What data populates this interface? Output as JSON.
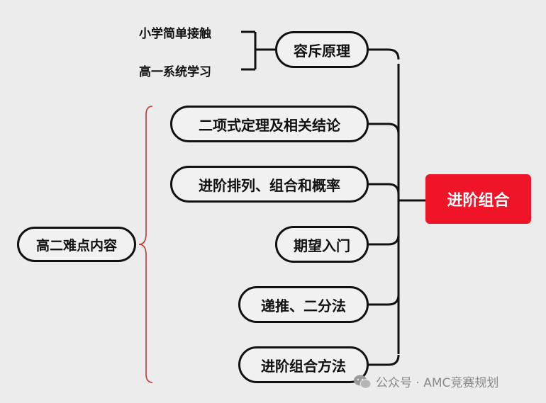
{
  "root": {
    "label": "进阶组合"
  },
  "branches": [
    {
      "id": "inclusion-exclusion",
      "label": "容斥原理"
    },
    {
      "id": "binomial",
      "label": "二项式定理及相关结论"
    },
    {
      "id": "advanced-perm",
      "label": "进阶排列、组合和概率"
    },
    {
      "id": "expectation",
      "label": "期望入门"
    },
    {
      "id": "recursion",
      "label": "递推、二分法"
    },
    {
      "id": "methods",
      "label": "进阶组合方法"
    }
  ],
  "sub_items": [
    {
      "label": "小学简单接触"
    },
    {
      "label": "高一系统学习"
    }
  ],
  "group": {
    "label": "高二难点内容"
  },
  "watermark": {
    "text": "公众号 · AMC竞赛规划"
  },
  "colors": {
    "root_fill": "#f01428",
    "brace": "#c0392b",
    "line": "#111111",
    "background": "#ececec"
  }
}
